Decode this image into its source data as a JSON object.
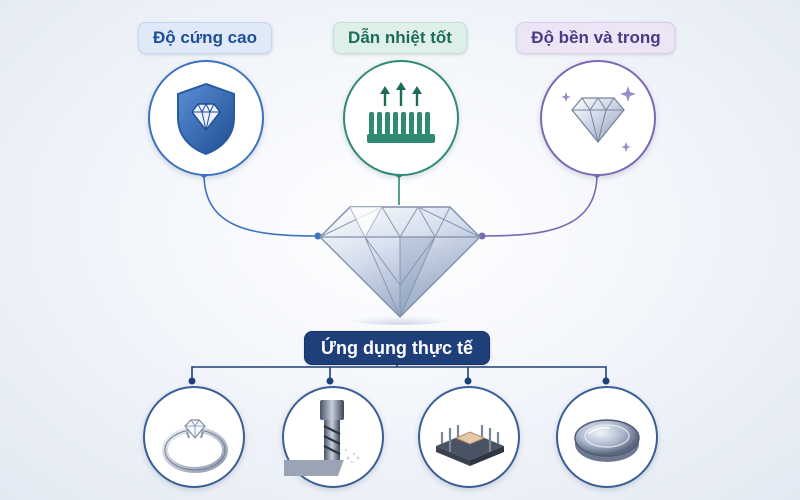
{
  "properties": {
    "hardness": "Độ cứng cao",
    "thermal_conductivity": "Dẫn nhiệt tốt",
    "durability_clarity": "Độ bền và trong"
  },
  "applications": {
    "title": "Ứng dụng thực tế"
  },
  "colors": {
    "hardness": "#3d72c0",
    "thermal": "#2f8a74",
    "durability": "#7d68b3",
    "applications": "#1f3f7a"
  },
  "icons": {
    "hardness": "diamond-shield-icon",
    "thermal": "heat-sink-arrows-icon",
    "durability": "sparkling-diamond-icon",
    "applications": [
      "diamond-ring-icon",
      "drill-bit-icon",
      "cpu-heatsink-icon",
      "optical-lens-icon"
    ]
  }
}
